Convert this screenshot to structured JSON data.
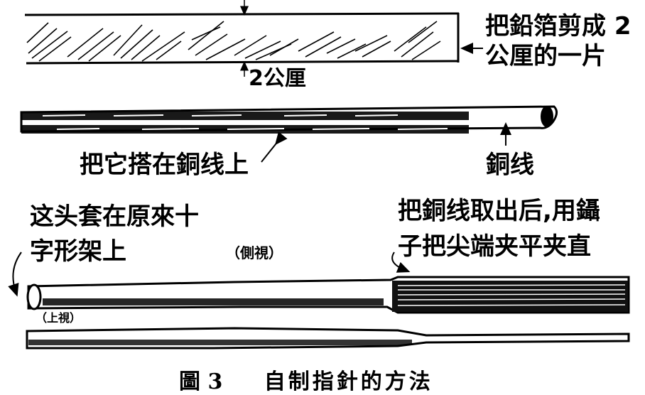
{
  "figure": {
    "caption_number": "圖 3",
    "caption_title": "自制指針的方法"
  },
  "labels": {
    "strip_instruction_line1": "把鉛箔剪成 2",
    "strip_instruction_line2": "公厘的一片",
    "width_dimension": "2公厘",
    "wrap_instruction": "把它搭在銅线上",
    "copper_wire": "銅线",
    "end_note_line1": "这头套在原來十",
    "end_note_line2": "字形架上",
    "side_view": "（側視）",
    "top_view": "（上視）",
    "flatten_instruction_line1": "把銅线取出后,用鑷",
    "flatten_instruction_line2": "子把尖端夹平夹直"
  },
  "colors": {
    "ink": "#000000",
    "paper": "#ffffff"
  }
}
